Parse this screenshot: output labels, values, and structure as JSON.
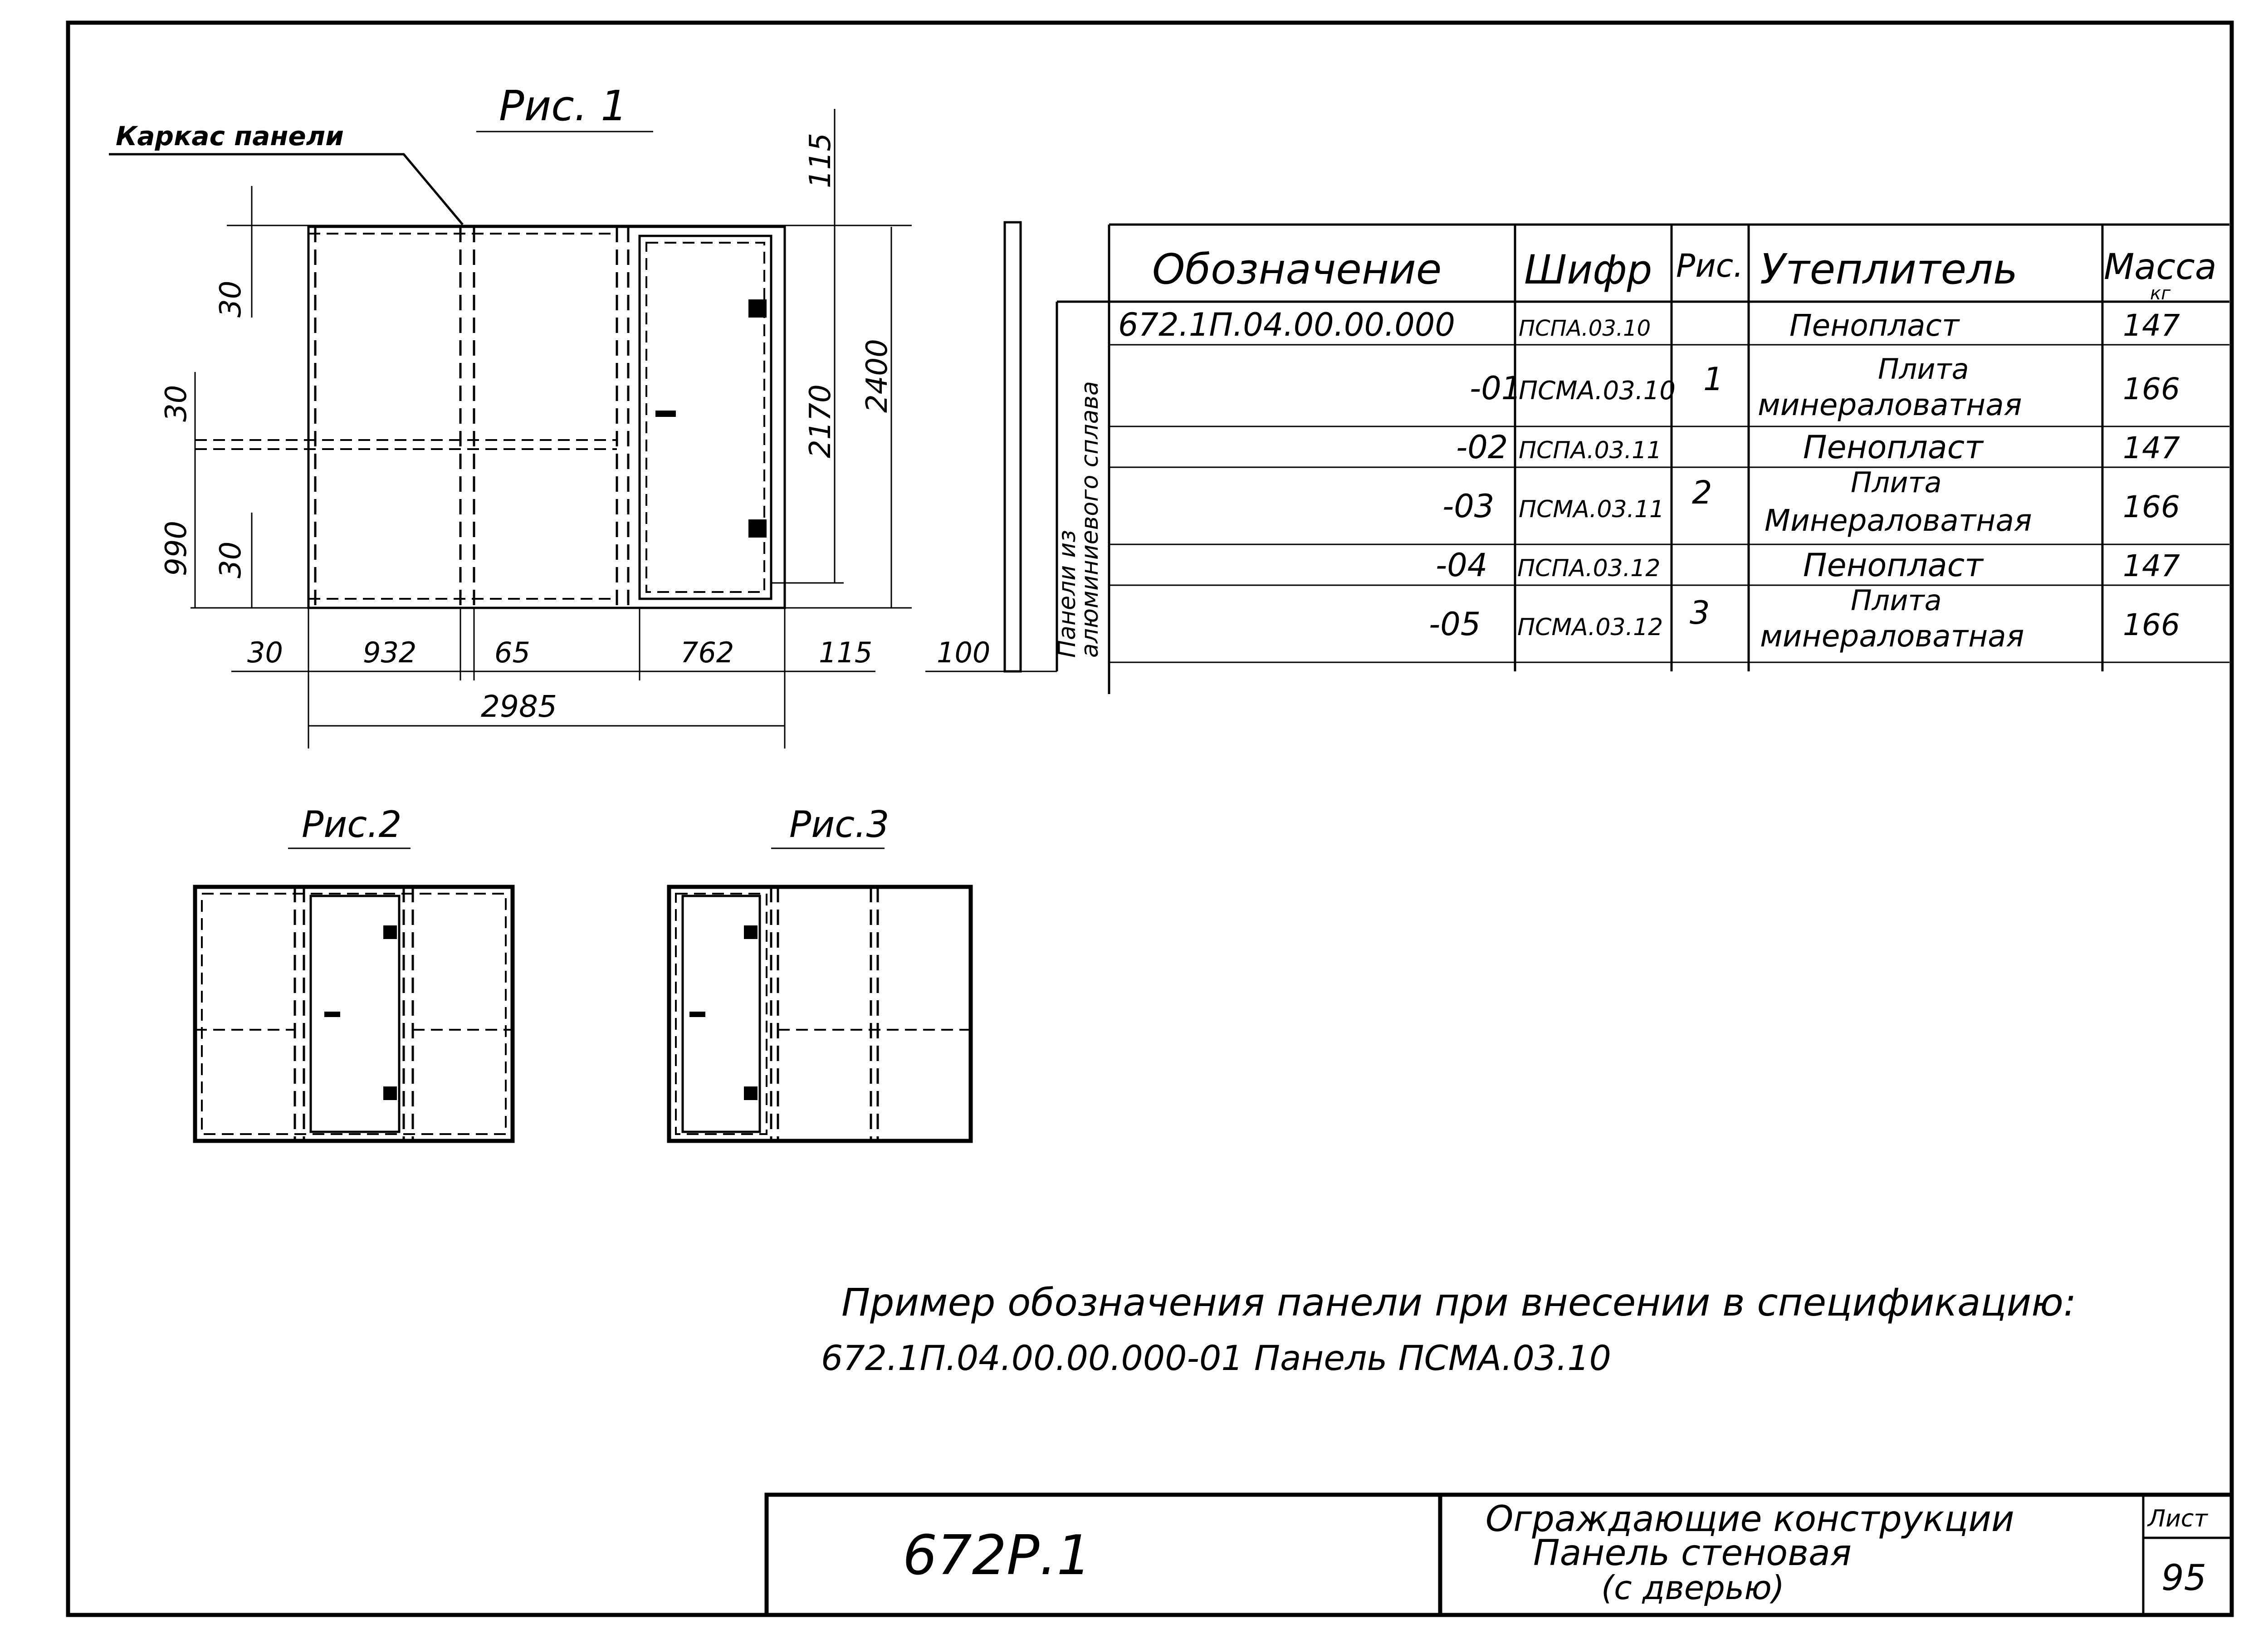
{
  "drawing": {
    "fig1": {
      "title": "Рис. 1",
      "leader_label": "Каркас панели",
      "dims": {
        "d115_top": "115",
        "d30_a": "30",
        "d30_b": "30",
        "d990": "990",
        "d30_c": "30",
        "d2170": "2170",
        "d2400": "2400",
        "b30": "30",
        "b932": "932",
        "b65": "65",
        "b762": "762",
        "b115": "115",
        "b2985": "2985",
        "side100": "100"
      }
    },
    "fig2_title": "Рис.2",
    "fig3_title": "Рис.3",
    "table": {
      "headers": [
        "Обозначение",
        "Шифр",
        "Рис.",
        "Утеплитель",
        "Масса",
        "кг"
      ],
      "side_label_1": "Панели из",
      "side_label_2": "алюминиевого сплава",
      "rows": [
        {
          "designation": "672.1П.04.00.00.000",
          "code": "ПСПА.03.10",
          "fig": "1",
          "insulation": "Пенопласт",
          "mass": "147"
        },
        {
          "designation": "-01",
          "code": "ПСМА.03.10",
          "fig": "",
          "insulation_1": "Плита",
          "insulation_2": "минераловатная",
          "mass": "166"
        },
        {
          "designation": "-02",
          "code": "ПСПА.03.11",
          "fig": "2",
          "insulation": "Пенопласт",
          "mass": "147"
        },
        {
          "designation": "-03",
          "code": "ПСМА.03.11",
          "fig": "",
          "insulation_1": "Плита",
          "insulation_2": "Минераловатная",
          "mass": "166"
        },
        {
          "designation": "-04",
          "code": "ПСПА.03.12",
          "fig": "3",
          "insulation": "Пенопласт",
          "mass": "147"
        },
        {
          "designation": "-05",
          "code": "ПСМА.03.12",
          "fig": "",
          "insulation_1": "Плита",
          "insulation_2": "минераловатная",
          "mass": "166"
        }
      ]
    },
    "note_line1": "Пример обозначения панели при внесении в спецификацию:",
    "note_line2": "672.1П.04.00.00.000-01   Панель ПСМА.03.10",
    "title_block": {
      "code": "672Р.1",
      "title_1": "Ограждающие конструкции",
      "title_2": "Панель стеновая",
      "title_3": "(с дверью)",
      "sheet_label": "Лист",
      "sheet_number": "95"
    }
  }
}
